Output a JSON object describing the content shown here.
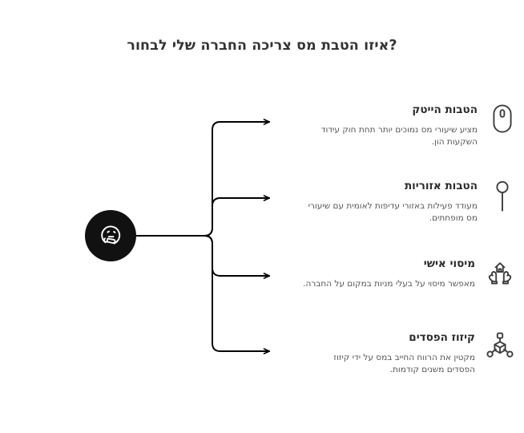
{
  "page": {
    "title": "?איזו הטבת מס צריכה החברה שלי לבחור",
    "background_color": "#ffffff",
    "title_color": "#333333",
    "line_color": "#000000",
    "hub_color": "#111111",
    "icon_color": "#3d3d3d",
    "heading_color": "#2b2b2b",
    "body_color": "#555555"
  },
  "hub": {
    "icon": "thinking-face-icon",
    "label": ""
  },
  "branches": [
    {
      "id": "hitech",
      "icon": "computer-mouse-icon",
      "title": "הטבות הייטק",
      "description": "מציע שיעורי מס נמוכים יותר תחת חוק עידוד השקעות הון."
    },
    {
      "id": "regional",
      "icon": "map-pin-icon",
      "title": "הטבות אזוריות",
      "description": "מעודד פעילות באזורי עדיפות לאומית עם שיעורי מס מופחתים."
    },
    {
      "id": "personal-tax",
      "icon": "hands-holding-house-icon",
      "title": "מיסוי אישי",
      "description": "מאפשר מיסוי על בעלי מניות במקום על החברה."
    },
    {
      "id": "loss-offset",
      "icon": "network-cube-icon",
      "title": "קיזוז הפסדים",
      "description": "מקטין את הרווח החייב במס על ידי קיזוז הפסדים משנים קודמות."
    }
  ]
}
